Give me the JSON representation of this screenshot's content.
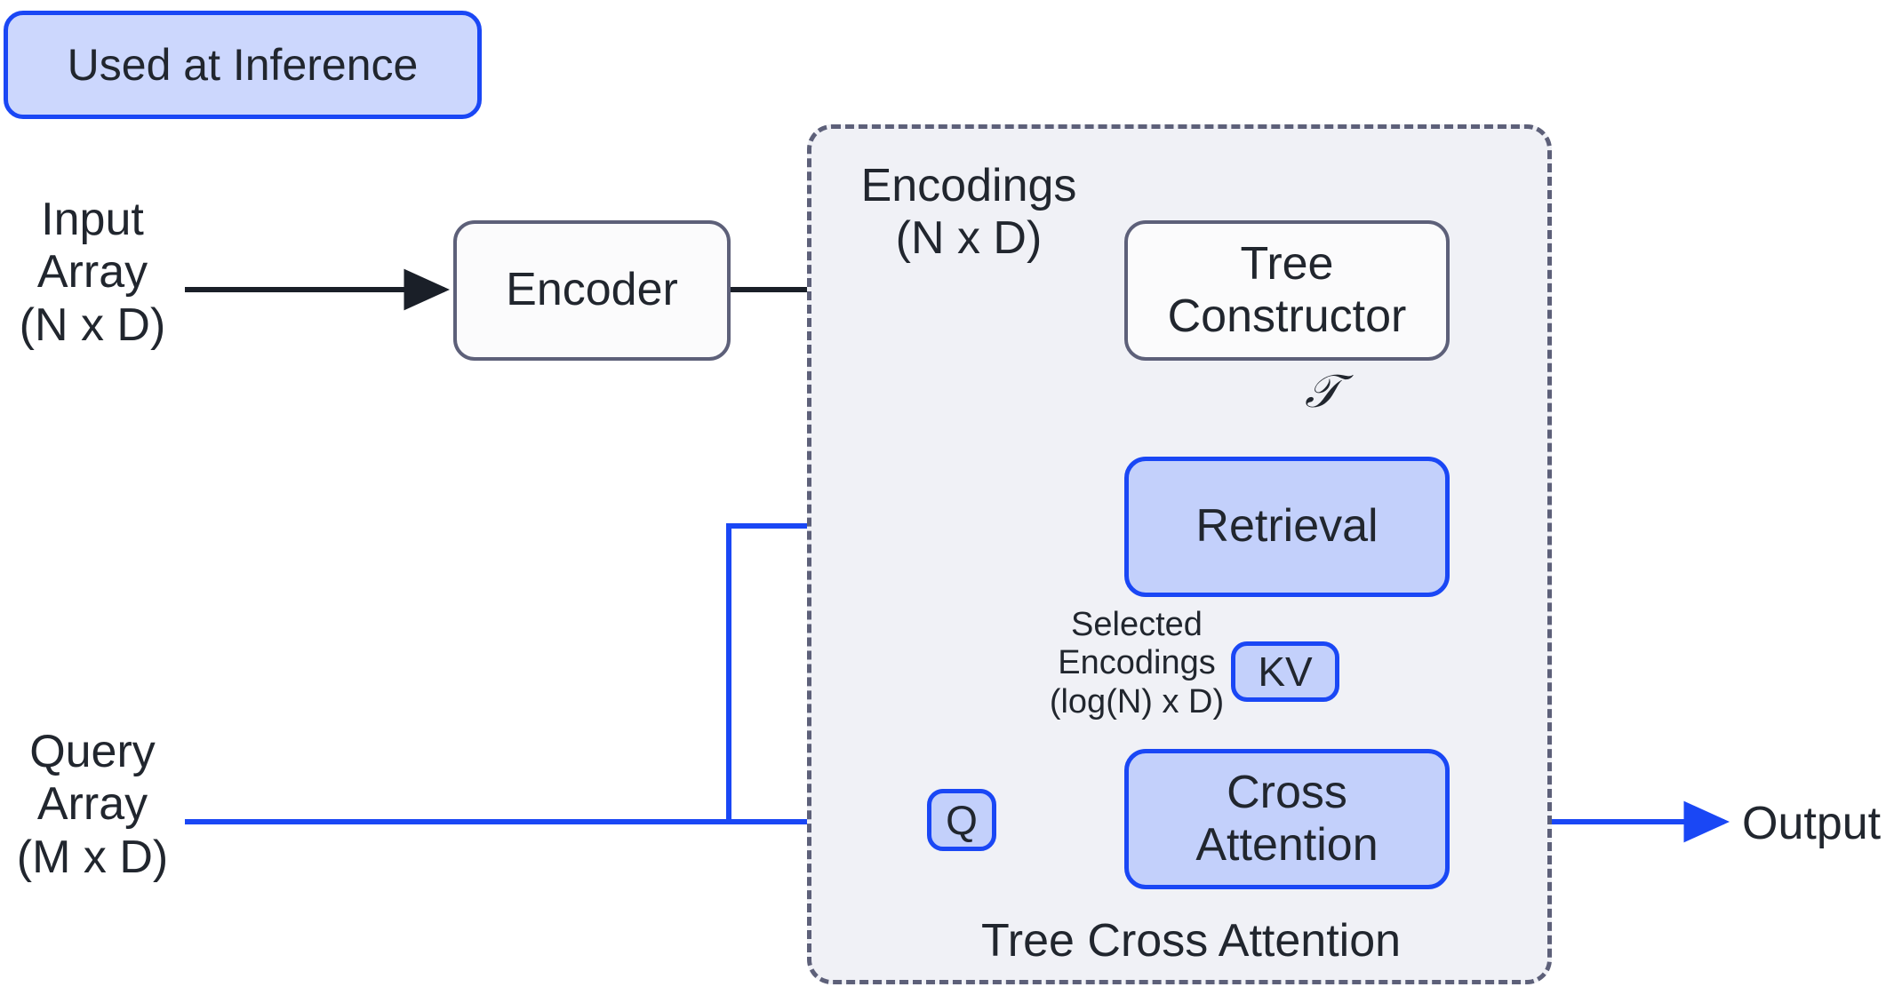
{
  "diagram": {
    "title": "Tree Cross Attention",
    "legend": {
      "badge_label": "Used at Inference"
    },
    "colors": {
      "inference_accent": "#1a47f5",
      "inference_fill": "#c3d0fb",
      "neutral_stroke": "#5d6079",
      "region_fill": "#f0f1f6",
      "text": "#21262e",
      "page_background": "#ffffff"
    },
    "region": {
      "label": "Tree Cross Attention",
      "border_style": "dashed"
    },
    "inputs": {
      "input_array": "Input\nArray\n(N x D)",
      "query_array": "Query\nArray\n(M x D)"
    },
    "outputs": {
      "output": "Output"
    },
    "nodes": {
      "encoder": "Encoder",
      "tree_constructor": "Tree\nConstructor",
      "retrieval": "Retrieval",
      "cross_attention": "Cross\nAttention",
      "kv": "KV",
      "q": "Q"
    },
    "edge_labels": {
      "encodings": "Encodings\n(N x D)",
      "tree": "𝒯",
      "selected_encodings": "Selected\nEncodings\n(log(N) x D)"
    }
  }
}
